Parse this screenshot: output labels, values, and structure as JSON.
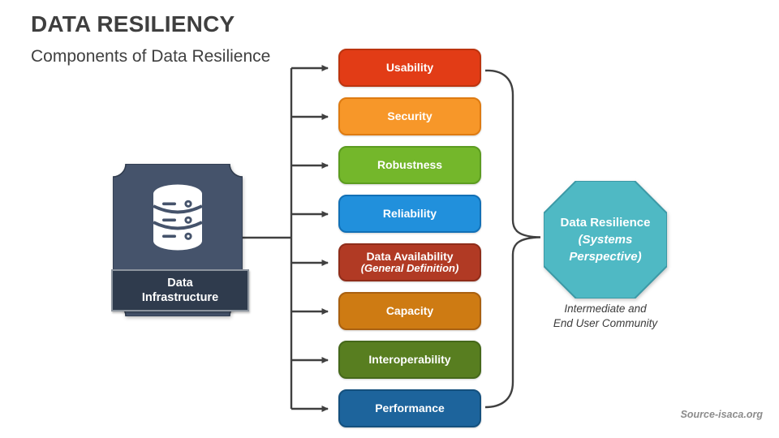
{
  "title": "DATA RESILIENCY",
  "subtitle": "Components of Data Resilience",
  "source": "Source-isaca.org",
  "infrastructure": {
    "icon": "database-icon",
    "label_line1": "Data",
    "label_line2": "Infrastructure",
    "fill": "#45536b",
    "stroke": "#2f3b4d",
    "label_fill": "#2f3b4d"
  },
  "components": [
    {
      "label": "Usability",
      "fill": "#e23c16",
      "border": "#bc340f"
    },
    {
      "label": "Security",
      "fill": "#f79729",
      "border": "#de7b12"
    },
    {
      "label": "Robustness",
      "fill": "#74b72b",
      "border": "#5c9c20"
    },
    {
      "label": "Reliability",
      "fill": "#2190dc",
      "border": "#1270b6"
    },
    {
      "label": "Data Availability",
      "sublabel": "(General Definition)",
      "fill": "#b13a24",
      "border": "#8f2d1a"
    },
    {
      "label": "Capacity",
      "fill": "#ce7b13",
      "border": "#a96010"
    },
    {
      "label": "Interoperability",
      "fill": "#587e20",
      "border": "#45681a"
    },
    {
      "label": "Performance",
      "fill": "#1d649c",
      "border": "#14507e"
    }
  ],
  "result": {
    "label_line1": "Data Resilience",
    "label_line2": "(Systems Perspective)",
    "fill": "#4fb9c4",
    "border": "#3c99a6",
    "caption_line1": "Intermediate and",
    "caption_line2": "End User Community"
  },
  "connectors": {
    "color": "#404040"
  }
}
